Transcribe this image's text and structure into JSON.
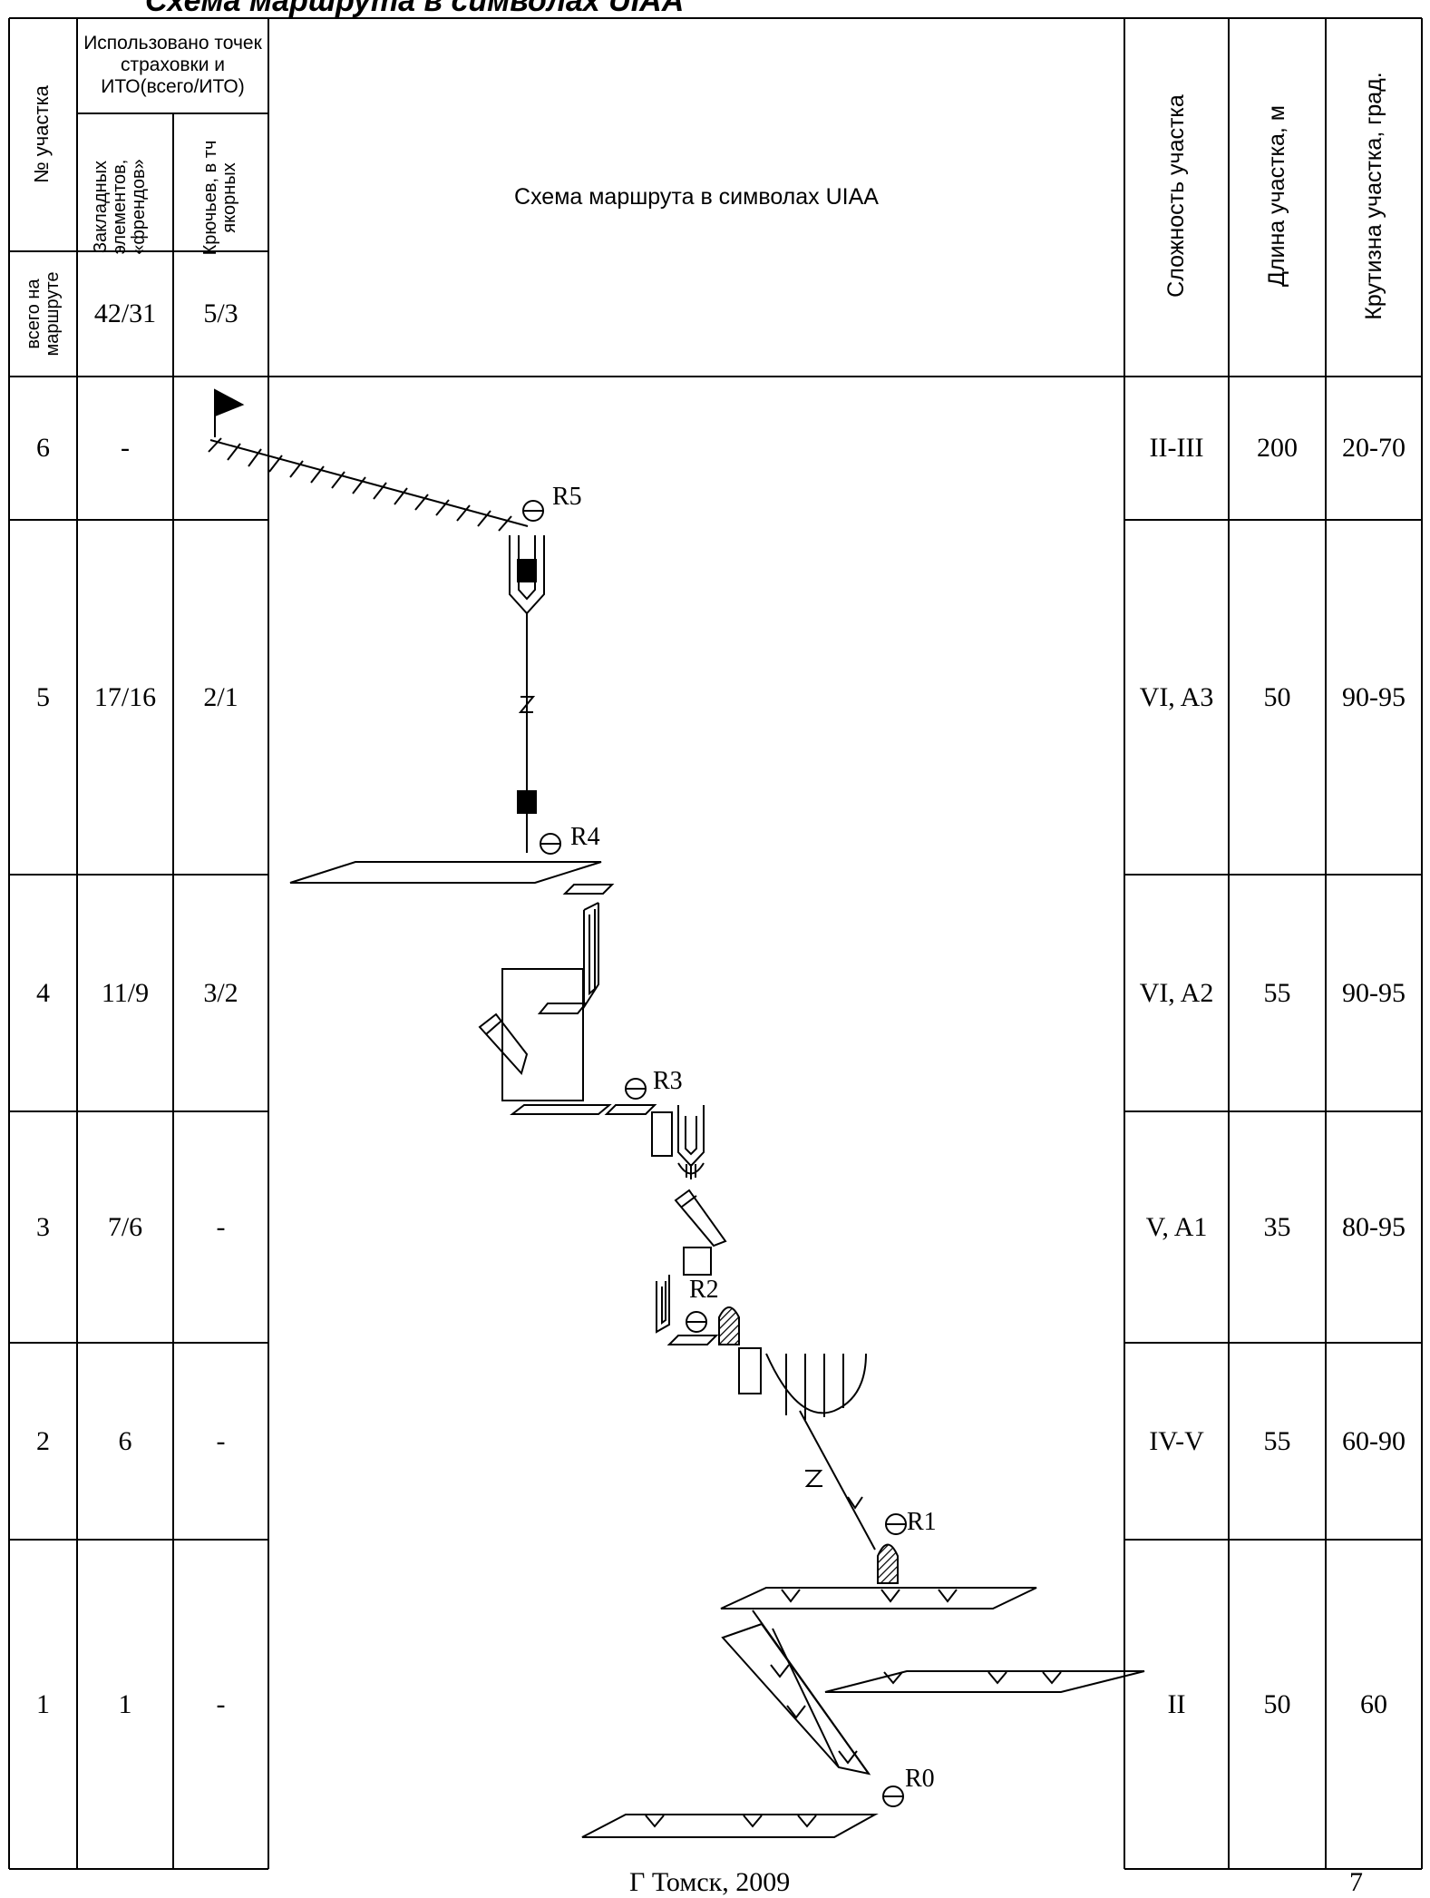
{
  "page": {
    "title": "Схема маршрута в символах UIAA",
    "footer_city_year": "Г Томск, 2009",
    "page_number": "7"
  },
  "header": {
    "section_no": "№ участка",
    "used_points": "Использовано точек страховки и ИТО(всего/ИТО)",
    "nuts": "Закладных элементов, «френдов»",
    "pitons": "Крючьев, в тч якорных",
    "scheme": "Схема маршрута в символах UIAA",
    "difficulty": "Сложность участка",
    "length": "Длина участка, м",
    "steepness": "Крутизна участка,  град.",
    "total_on_route": "всего на маршруте",
    "total_nuts": "42/31",
    "total_pitons": "5/3"
  },
  "rows": [
    {
      "no": "6",
      "nuts": "-",
      "pitons": "",
      "difficulty": "II-III",
      "length": "200",
      "steepness": "20-70"
    },
    {
      "no": "5",
      "nuts": "17/16",
      "pitons": "2/1",
      "difficulty": "VI, A3",
      "length": "50",
      "steepness": "90-95"
    },
    {
      "no": "4",
      "nuts": "11/9",
      "pitons": "3/2",
      "difficulty": "VI, A2",
      "length": "55",
      "steepness": "90-95"
    },
    {
      "no": "3",
      "nuts": "7/6",
      "pitons": "-",
      "difficulty": "V, A1",
      "length": "35",
      "steepness": "80-95"
    },
    {
      "no": "2",
      "nuts": "6",
      "pitons": "-",
      "difficulty": "IV-V",
      "length": "55",
      "steepness": "60-90"
    },
    {
      "no": "1",
      "nuts": "1",
      "pitons": "-",
      "difficulty": "II",
      "length": "50",
      "steepness": "60"
    }
  ],
  "scheme_labels": {
    "r0": "R0",
    "r1": "R1",
    "r2": "R2",
    "r3": "R3",
    "r4": "R4",
    "r5": "R5"
  },
  "icons": [
    "summit-flag-icon",
    "belay-station-icon",
    "crack-icon",
    "ledge-icon",
    "chimney-icon",
    "bolt-icon",
    "overhang-icon",
    "scree-icon"
  ]
}
